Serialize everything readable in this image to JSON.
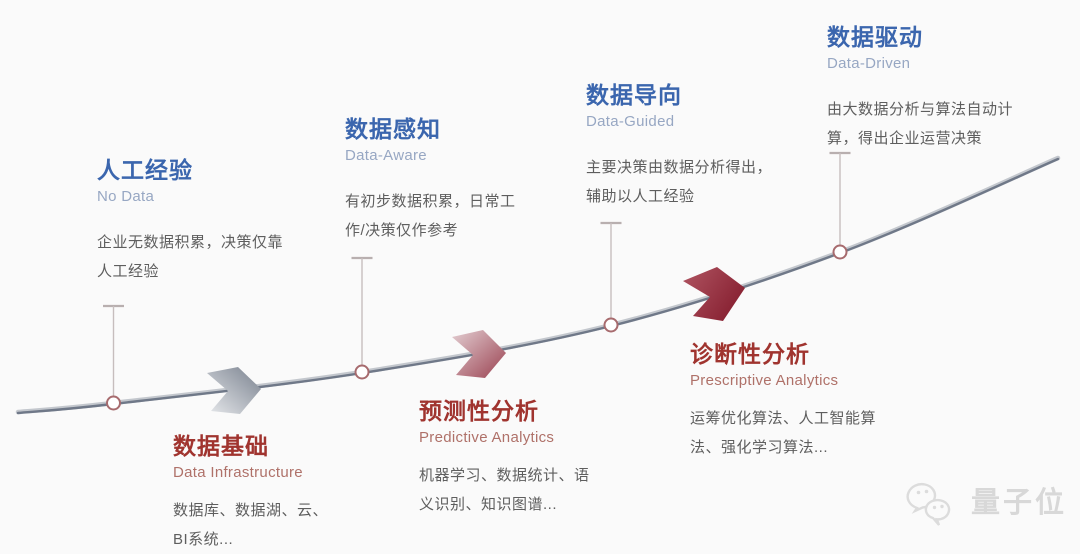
{
  "palette": {
    "background": "#fafafa",
    "curve_dark": "#6f7888",
    "curve_light": "#c3c7cd",
    "marker_ring": "#a76b6e",
    "pin_line": "#c6bdbd",
    "blue_title": "#3b66ae",
    "blue_subtitle": "#97a7c3",
    "red_title": "#a0342f",
    "red_subtitle": "#af7169",
    "body_text": "#5e5e5e",
    "arrow_gray_light": "#e7e9ec",
    "arrow_gray_dark": "#79818e",
    "arrow_rose_light": "#e3ced2",
    "arrow_rose_dark": "#9a4150",
    "arrow_maroon_light": "#b05562",
    "arrow_maroon_dark": "#872031",
    "watermark_gray": "#d5d5d5"
  },
  "stages": [
    {
      "title": "人工经验",
      "subtitle": "No Data",
      "desc": "企业无数据积累，决策仅靠\n人工经验"
    },
    {
      "title": "数据感知",
      "subtitle": "Data-Aware",
      "desc": "有初步数据积累，日常工\n作/决策仅作参考"
    },
    {
      "title": "数据导向",
      "subtitle": "Data-Guided",
      "desc": "主要决策由数据分析得出，\n辅助以人工经验"
    },
    {
      "title": "数据驱动",
      "subtitle": "Data-Driven",
      "desc": "由大数据分析与算法自动计\n算，得出企业运营决策"
    },
    {
      "title": "数据基础",
      "subtitle": "Data Infrastructure",
      "desc": "数据库、数据湖、云、\nBI系统..."
    },
    {
      "title": "预测性分析",
      "subtitle": "Predictive Analytics",
      "desc": "机器学习、数据统计、语\n义识别、知识图谱..."
    },
    {
      "title": "诊断性分析",
      "subtitle": "Prescriptive Analytics",
      "desc": "运筹优化算法、人工智能算\n法、强化学习算法..."
    }
  ],
  "watermark": {
    "text": "量子位"
  }
}
